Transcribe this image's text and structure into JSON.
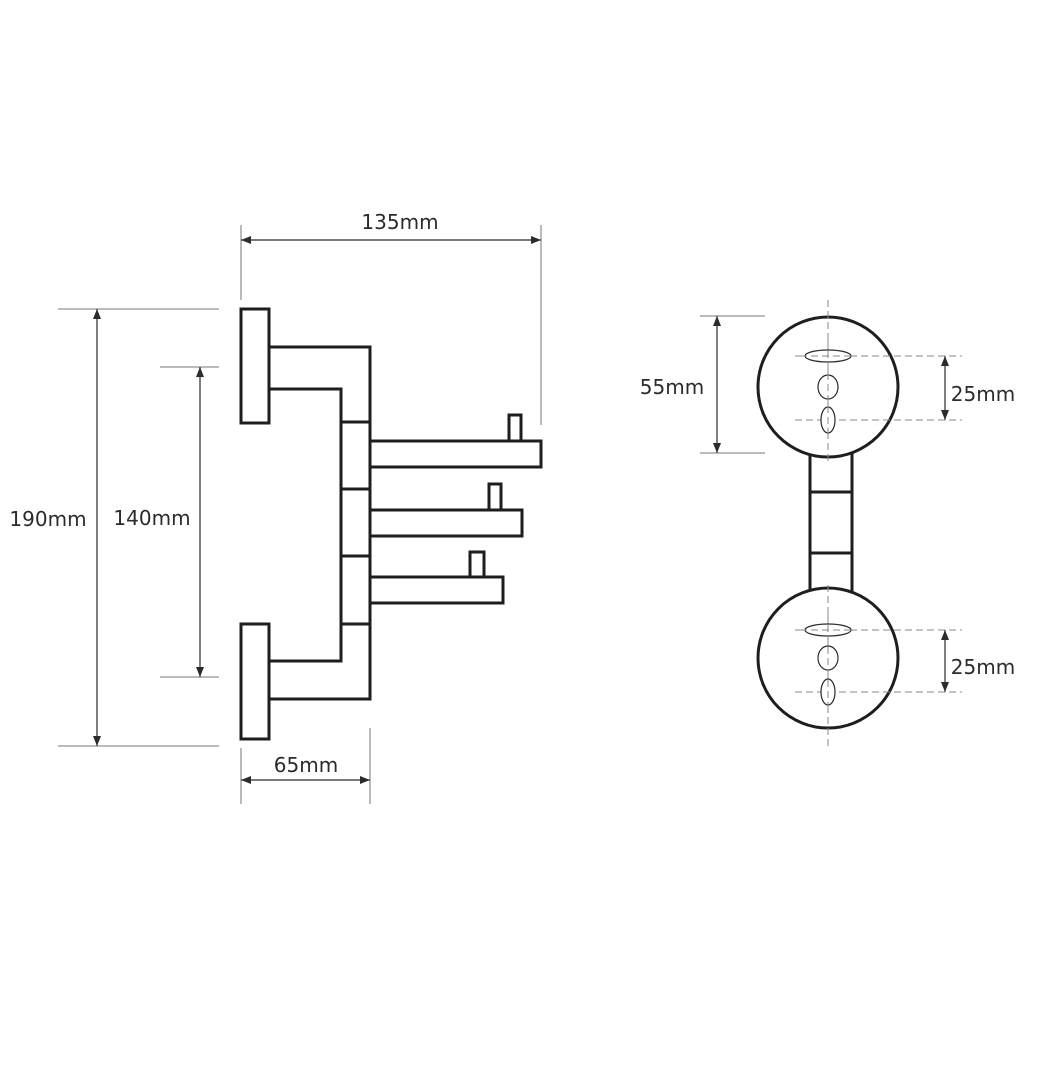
{
  "side_view": {
    "width_total": "135mm",
    "height_total": "190mm",
    "mount_spacing": "140mm",
    "depth": "65mm"
  },
  "front_view": {
    "rosette_diameter": "55mm",
    "upper_hole_spacing": "25mm",
    "lower_hole_spacing": "25mm"
  },
  "colors": {
    "line": "#1e1e1e",
    "dimension": "#2b2b2b",
    "centerline": "#8a8a8a",
    "background": "#ffffff"
  }
}
